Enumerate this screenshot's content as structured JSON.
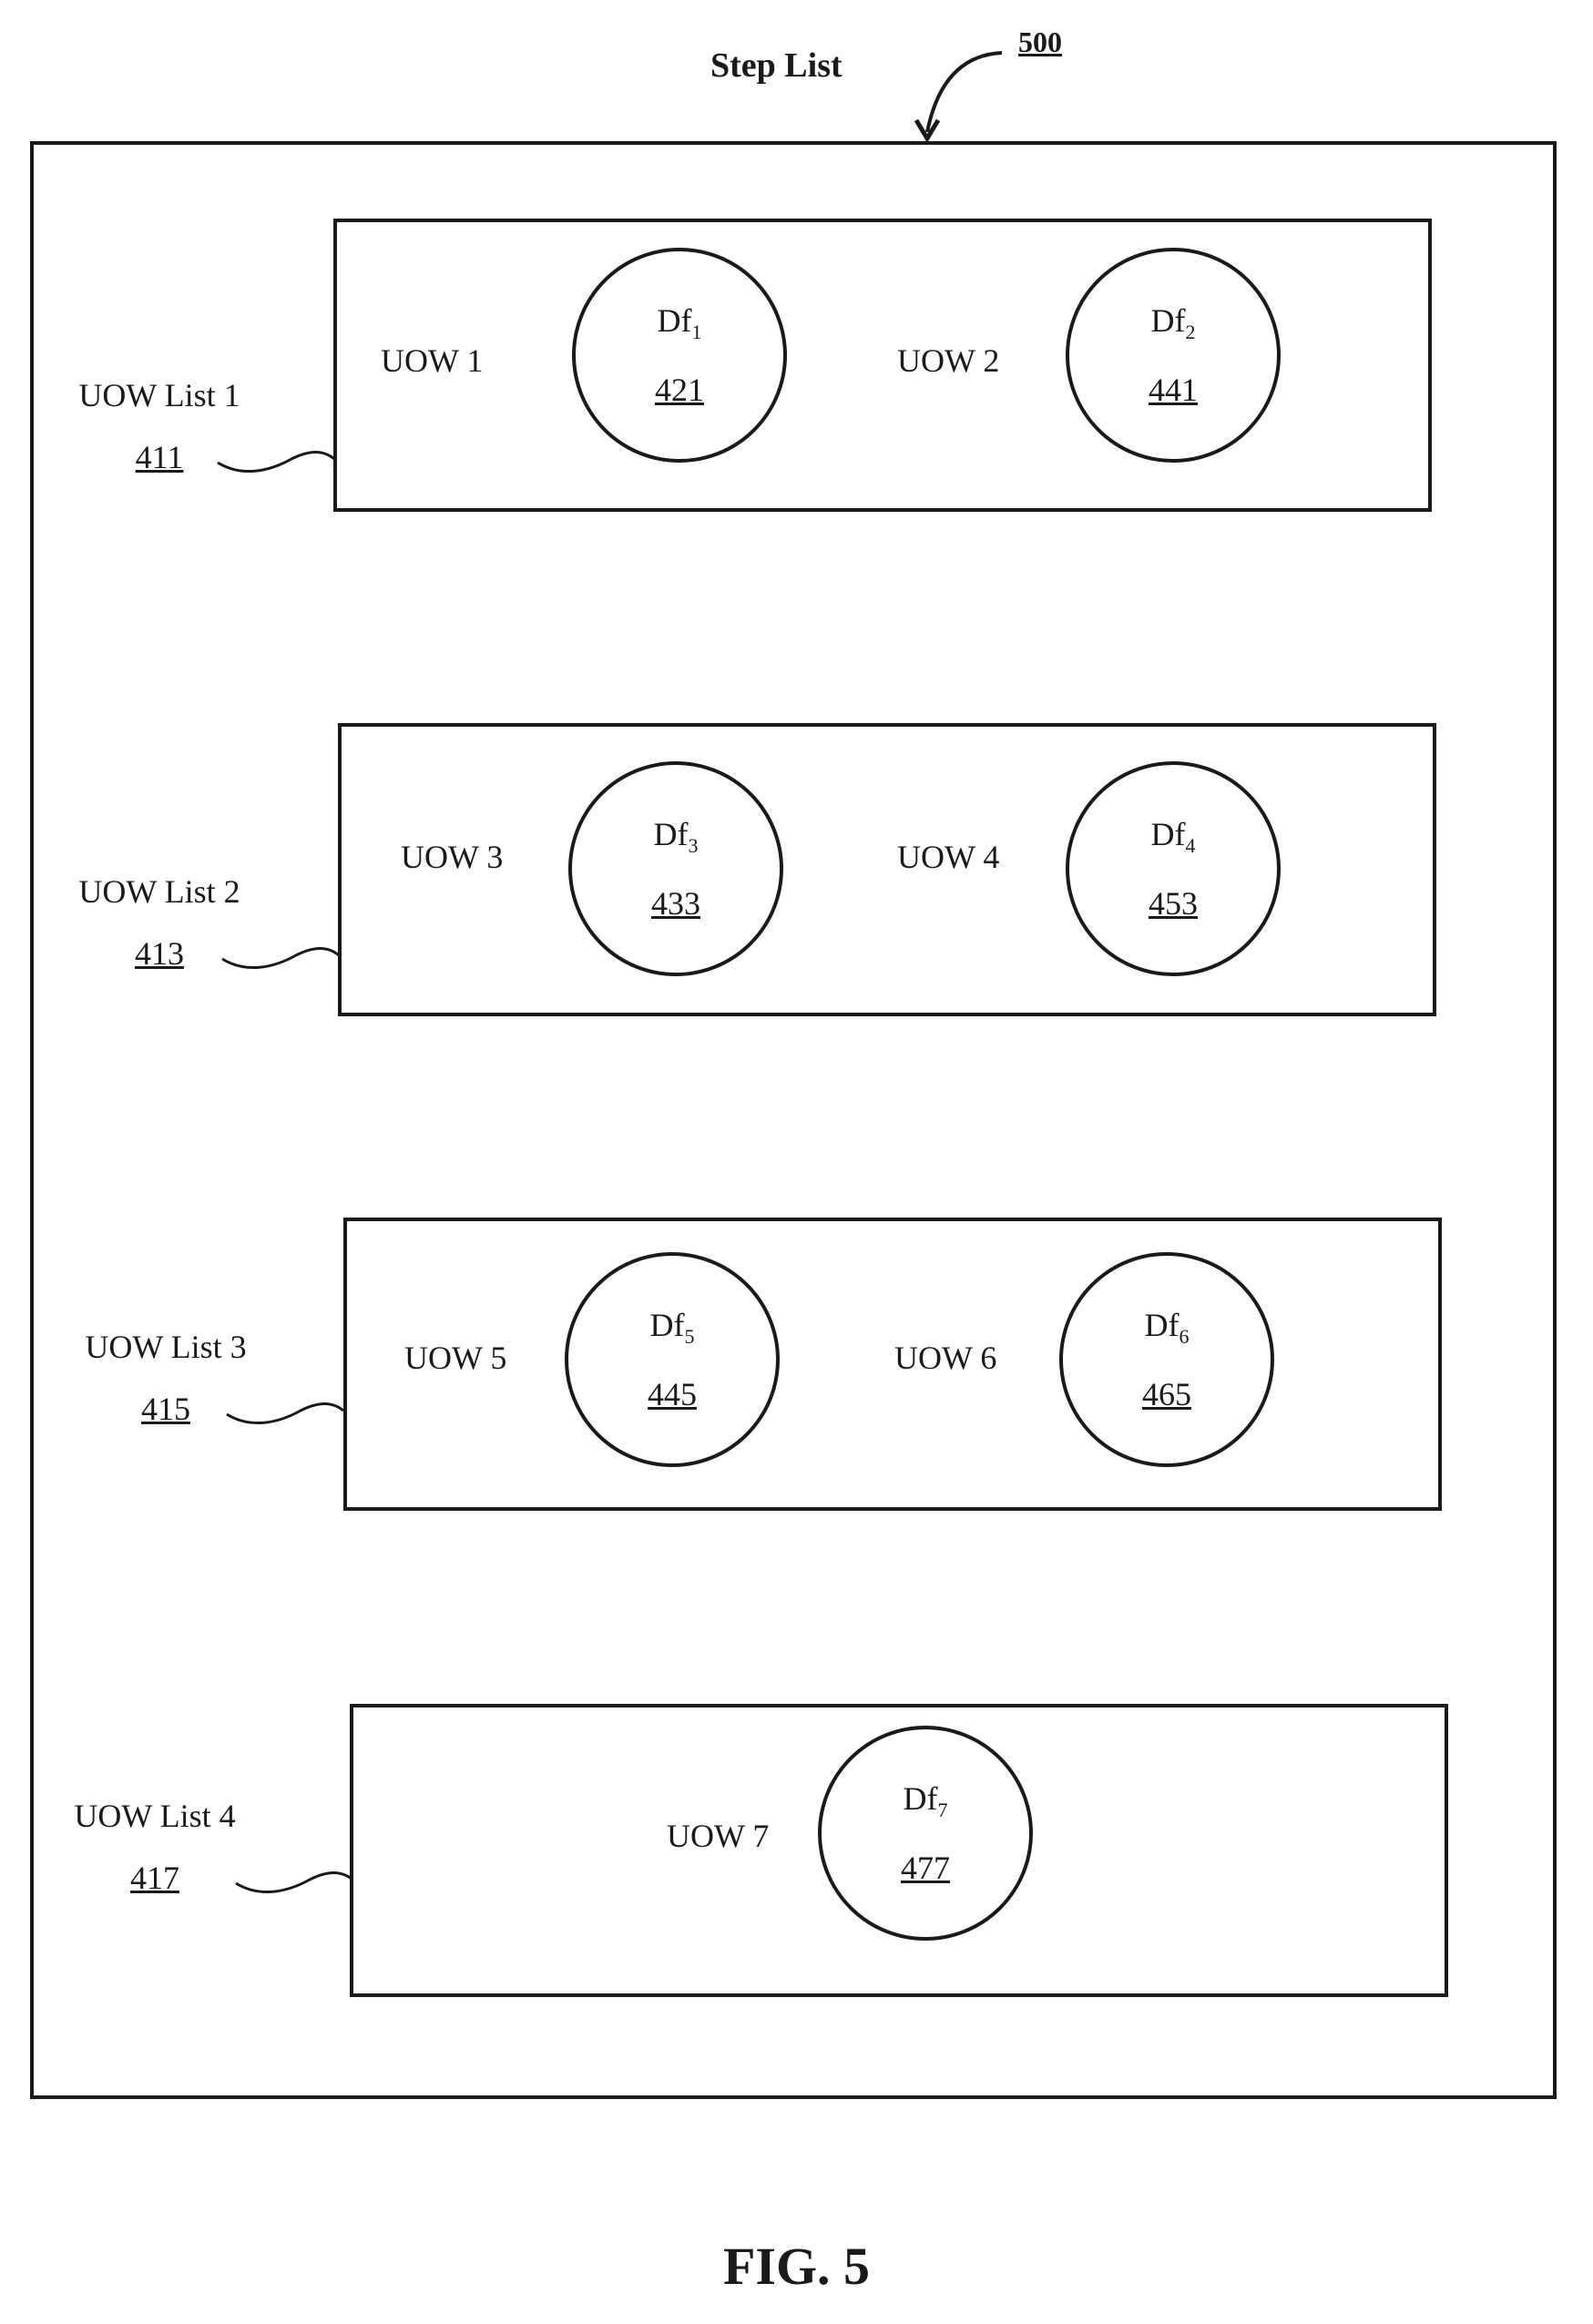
{
  "diagram": {
    "title": "Step List",
    "reference": "500",
    "figure_label": "FIG. 5",
    "lists": [
      {
        "label": "UOW List 1",
        "ref": "411",
        "units": [
          {
            "label": "UOW 1",
            "df": "Df",
            "df_sub": "1",
            "ref": "421"
          },
          {
            "label": "UOW 2",
            "df": "Df",
            "df_sub": "2",
            "ref": "441"
          }
        ]
      },
      {
        "label": "UOW List 2",
        "ref": "413",
        "units": [
          {
            "label": "UOW 3",
            "df": "Df",
            "df_sub": "3",
            "ref": "433"
          },
          {
            "label": "UOW 4",
            "df": "Df",
            "df_sub": "4",
            "ref": "453"
          }
        ]
      },
      {
        "label": "UOW List 3",
        "ref": "415",
        "units": [
          {
            "label": "UOW 5",
            "df": "Df",
            "df_sub": "5",
            "ref": "445"
          },
          {
            "label": "UOW 6",
            "df": "Df",
            "df_sub": "6",
            "ref": "465"
          }
        ]
      },
      {
        "label": "UOW List 4",
        "ref": "417",
        "units": [
          {
            "label": "UOW 7",
            "df": "Df",
            "df_sub": "7",
            "ref": "477"
          }
        ]
      }
    ]
  }
}
